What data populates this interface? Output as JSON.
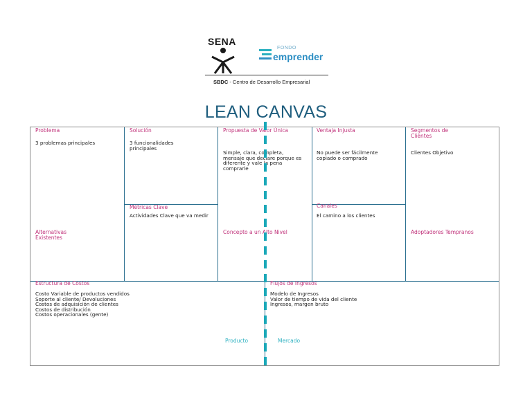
{
  "logo": {
    "sena": "SENA",
    "fondo": "FONDO",
    "emprender": "emprender",
    "caption_bold": "SBDC",
    "caption_rest": " - Centro de Desarrollo Empresarial"
  },
  "title": "LEAN CANVAS",
  "cells": {
    "problema": {
      "label": "Problema",
      "text": "3 problemas principales",
      "sub_label": "Alternativas Existentes"
    },
    "solucion": {
      "label": "Solución",
      "text": "3 funcionalidades principales"
    },
    "metricas": {
      "label": "Métricas Clave",
      "text": "Actividades Clave que va medir"
    },
    "propuesta": {
      "label": "Propuesta de Valor Única",
      "text": "Simple, clara, completa, mensaje que declare porque es diferente y vale la pena comprarle",
      "sub_label": "Concepto a un Alto Nivel"
    },
    "ventaja": {
      "label": "Ventaja Injusta",
      "text": "No puede ser fácilmente copiado o comprado"
    },
    "canales": {
      "label": "Canales",
      "text": "El camino a los clientes"
    },
    "segmentos": {
      "label": "Segmentos de Clientes",
      "text": "Clientes Objetivo",
      "sub_label": "Adoptadores Tempranos"
    },
    "costos": {
      "label": "Estructura de Costos",
      "lines": [
        "Costo Variable de productos vendidos",
        "Soporte al cliente/ Devoluciones",
        "Costos de adquisición de clientes",
        "Costos de distribución",
        "Costos operacionales (gente)"
      ]
    },
    "ingresos": {
      "label": "Flujos de Ingresos",
      "lines": [
        "Modelo de Ingresos",
        "Valor de tiempo de vida del cliente",
        "Ingresos, margen bruto"
      ]
    }
  },
  "footer_labels": {
    "producto": "Producto",
    "mercado": "Mercado"
  },
  "colors": {
    "label": "#c0327a",
    "grid": "#2a6f8f",
    "dash": "#1aa8b8",
    "title": "#1f5e7e"
  }
}
